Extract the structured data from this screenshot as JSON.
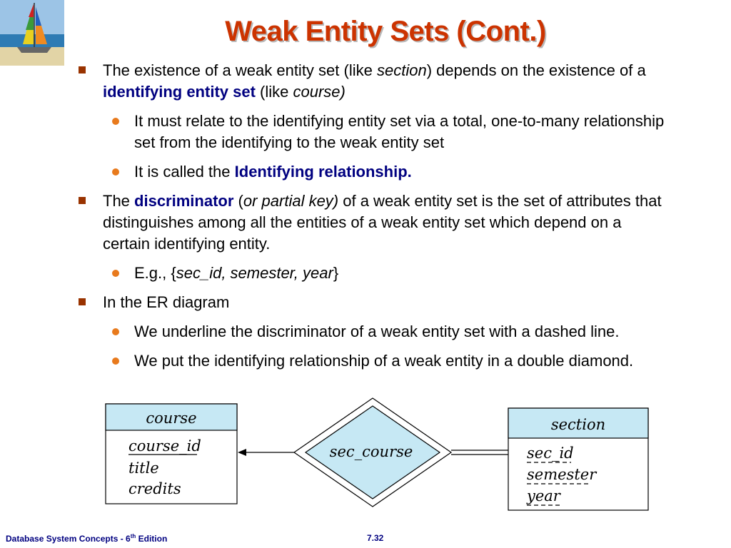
{
  "slide": {
    "title": "Weak Entity Sets (Cont.)",
    "footer": {
      "course_title": "Database System Concepts - 6",
      "edition_sup": "th",
      "edition_suffix": " Edition",
      "page_number": "7.32"
    }
  },
  "bullets": {
    "b1": {
      "text1": "The existence of a weak entity set (like ",
      "em1": "section",
      "text2": ") depends on the existence of a ",
      "kw": "identifying entity set",
      "text3": " (like ",
      "em2": "course)"
    },
    "b1_1": {
      "text": "It must relate to the identifying entity set via a total, one-to-many relationship set from the identifying to the weak entity set"
    },
    "b1_2": {
      "text1": "It is called the ",
      "kw": "Identifying relationship."
    },
    "b2": {
      "text1": "The ",
      "kw": "discriminator",
      "text2": " (",
      "em": "or partial key)",
      "text3": " of a weak entity set is the set of attributes that distinguishes among all the entities of a weak entity set which depend on a certain identifying entity."
    },
    "b2_1": {
      "text1": "E.g., {",
      "em": "sec_id, semester, year",
      "text2": "}"
    },
    "b3": {
      "text": "In the ER diagram"
    },
    "b3_1": {
      "text": "We underline the discriminator of a weak entity set  with a dashed line."
    },
    "b3_2": {
      "text": "We put the identifying relationship of a weak entity in a double diamond."
    }
  },
  "er_diagram": {
    "fill_color": "#c6e8f4",
    "course": {
      "name": "course",
      "attributes": [
        "course_id",
        "title",
        "credits"
      ]
    },
    "relationship": {
      "name": "sec_course"
    },
    "section": {
      "name": "section",
      "attributes": [
        "sec_id",
        "semester",
        "year"
      ]
    }
  }
}
